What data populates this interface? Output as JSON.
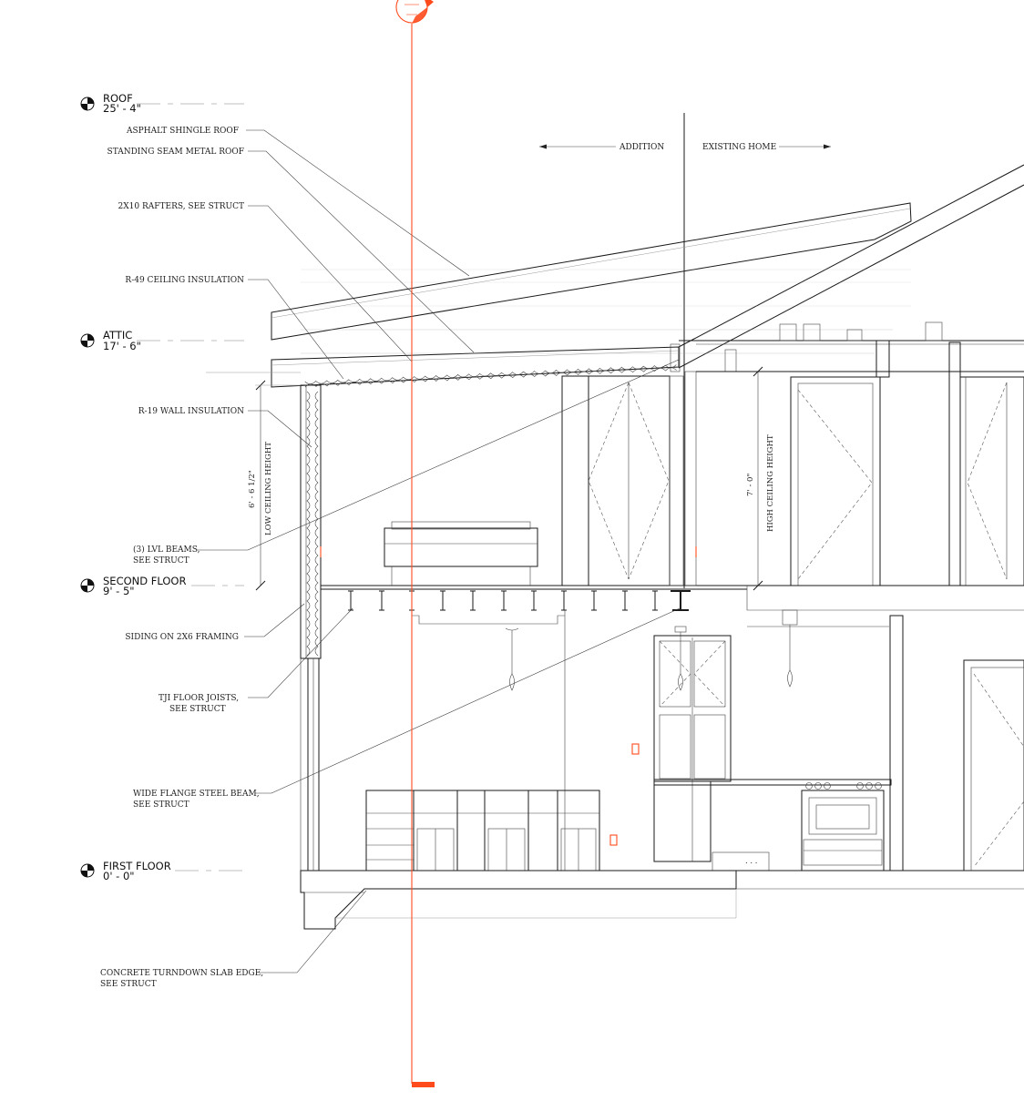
{
  "levels": [
    {
      "name": "ROOF",
      "elevation": "25' - 4\""
    },
    {
      "name": "ATTIC",
      "elevation": "17' - 6\""
    },
    {
      "name": "SECOND FLOOR",
      "elevation": "9' - 5\""
    },
    {
      "name": "FIRST FLOOR",
      "elevation": "0' - 0\""
    }
  ],
  "notes": {
    "asphalt": "ASPHALT SHINGLE ROOF",
    "standing_seam": "STANDING SEAM METAL ROOF",
    "rafters": "2X10 RAFTERS, SEE STRUCT",
    "r49": "R-49 CEILING INSULATION",
    "r19": "R-19 WALL INSULATION",
    "lvl_1": "(3) LVL BEAMS,",
    "lvl_2": "SEE STRUCT",
    "siding": "SIDING ON 2X6 FRAMING",
    "tji_1": "TJI FLOOR JOISTS,",
    "tji_2": "SEE STRUCT",
    "wf_1": "WIDE FLANGE STEEL BEAM,",
    "wf_2": "SEE STRUCT",
    "slab_1": "CONCRETE TURNDOWN SLAB EDGE,",
    "slab_2": "SEE STRUCT"
  },
  "zones": {
    "addition": "ADDITION",
    "existing": "EXISTING HOME"
  },
  "dimensions": {
    "low_value": "6' - 6 1/2\"",
    "low_label": "LOW CEILING HEIGHT",
    "high_value": "7' - 0\"",
    "high_label": "HIGH CEILING HEIGHT"
  },
  "colors": {
    "ink": "#1a1a1a",
    "section_line": "#ff4a1c"
  },
  "icons": {
    "level_marker": "level-datum-icon",
    "section_head": "section-marker-icon"
  }
}
